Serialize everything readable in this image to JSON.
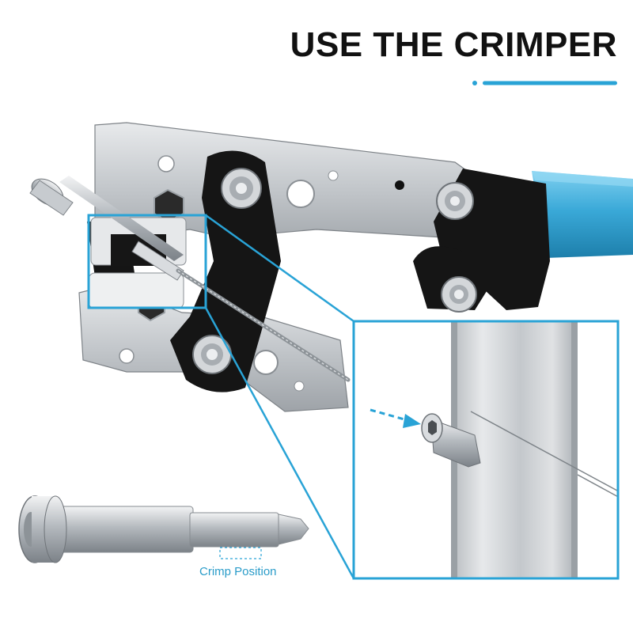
{
  "heading": "USE THE CRIMPER",
  "callout": {
    "label": "Crimp Position"
  },
  "colors": {
    "accent": "#29a3d6",
    "handle": "#3aa9d8",
    "title": "#111111",
    "steel": "#c9cdd1",
    "dark_plate": "#151515"
  },
  "icons": [
    "crimper-tool-image",
    "post-installation-image",
    "fitting-image",
    "arrow-icon"
  ]
}
